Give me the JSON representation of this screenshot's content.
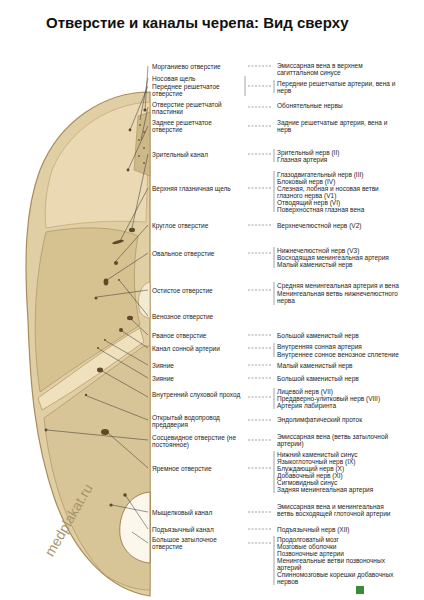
{
  "diagram": {
    "title": "Отверстие и каналы черепа: Вид сверху",
    "labels": [
      "Морганиево отверстие",
      "Эмиссарная вена в верхнем сагиттальном синусе",
      "Носовая щель",
      "Переднее решетчатое отверстие",
      "Передние решетчатые артерии, вена и нерв",
      "Отверстие решетчатой пластинки",
      "Обонятельные нервы",
      "Заднее решетчатое отверстие",
      "Задние решетчатые артерия, вена и нерв",
      "Зрительный канал",
      "Зрительный нерв (II)",
      "Глазная артерия",
      "Верхняя глазничная щель",
      "Глазодвигательный нерв (III)",
      "Блоковый нерв (IV)",
      "Слезная, лобная и носовая ветви глазного нерва (V1)",
      "Отводящий нерв (VI)",
      "Поверхностная глазная вена",
      "Круглое отверстие",
      "Верхнечелюстной нерв (V2)",
      "Овальное отверстие",
      "Нижнечелюстной нерв (V3)",
      "Восходящая менингеальная артерия",
      "Малый каменистый нерв",
      "Остистое отверстие",
      "Средняя менингеальная артерия и вена",
      "Менингеальная ветвь нижнечелюстного нерва",
      "Венозное отверстие",
      "Рваное отверстие",
      "Большой каменистый нерв",
      "Канал сонной артерии",
      "Внутренняя сонная артерия",
      "Внутреннее сонное венозное сплетение",
      "Зияние",
      "Малый каменистый нерв",
      "Зияние",
      "Большой каменистый нерв",
      "Внутренний слуховой проход",
      "Лицевой нерв (VII)",
      "Преддверно-улитковый нерв (VIII)",
      "Артерия лабиринта",
      "Открытый водопровод преддверия",
      "Эндолимфатический проток",
      "Сосцевидное отверстие (не постоянное)",
      "Эмиссарная вена (ветвь затылочной артерии)",
      "Яремное отверстие",
      "Нижний каменистый синус",
      "Языкоглоточный нерв (IX)",
      "Блуждающий нерв (X)",
      "Добавочный нерв (XI)",
      "Сигмовидный синус",
      "Задняя менингеальная артерия",
      "Мыщелковый канал",
      "Эмиссарная вена и менингеальная ветвь восходящей глоточной артерии",
      "Подъязычный канал",
      "Подъязычный нерв (XII)",
      "Большое затылочное отверстие",
      "Продолговатый мозг",
      "Мозговые оболочки",
      "Позвоночные артерии",
      "Менингеальные ветви позвоночных артерий",
      "Спинномозговые корешки добавочных нервов",
      "medplakat.ru"
    ]
  }
}
